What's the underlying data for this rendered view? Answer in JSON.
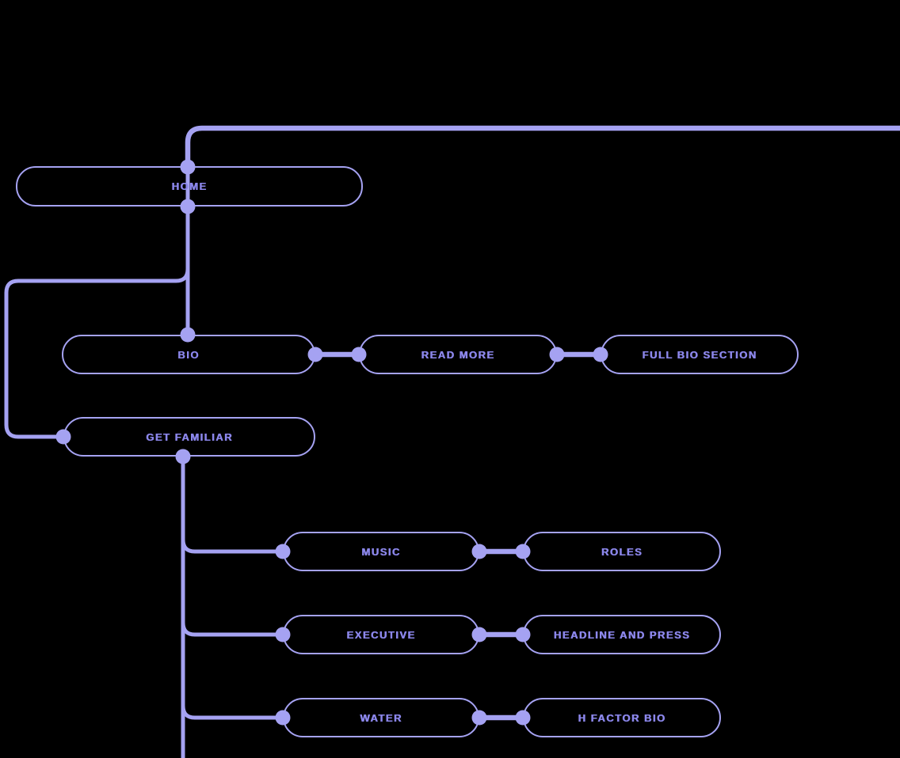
{
  "diagram": {
    "type": "sitemap-flowchart",
    "colors": {
      "background": "#000000",
      "line": "#a5a2f2",
      "text": "#8b86ea"
    },
    "nodes": [
      {
        "id": "home",
        "label": "HOME"
      },
      {
        "id": "bio",
        "label": "BIO"
      },
      {
        "id": "read-more",
        "label": "READ MORE"
      },
      {
        "id": "full-bio-section",
        "label": "FULL BIO SECTION"
      },
      {
        "id": "get-familiar",
        "label": "GET FAMILIAR"
      },
      {
        "id": "music",
        "label": "MUSIC"
      },
      {
        "id": "roles",
        "label": "ROLES"
      },
      {
        "id": "executive",
        "label": "EXECUTIVE"
      },
      {
        "id": "headline-and-press",
        "label": "HEADLINE AND PRESS"
      },
      {
        "id": "water",
        "label": "WATER"
      },
      {
        "id": "h-factor-bio",
        "label": "H FACTOR BIO"
      }
    ],
    "edges": [
      {
        "from": "home",
        "to": "offscreen-top-right"
      },
      {
        "from": "home",
        "to": "bio"
      },
      {
        "from": "home",
        "to": "get-familiar"
      },
      {
        "from": "bio",
        "to": "read-more"
      },
      {
        "from": "read-more",
        "to": "full-bio-section"
      },
      {
        "from": "get-familiar",
        "to": "music"
      },
      {
        "from": "get-familiar",
        "to": "executive"
      },
      {
        "from": "get-familiar",
        "to": "water"
      },
      {
        "from": "get-familiar",
        "to": "offscreen-bottom"
      },
      {
        "from": "music",
        "to": "roles"
      },
      {
        "from": "executive",
        "to": "headline-and-press"
      },
      {
        "from": "water",
        "to": "h-factor-bio"
      }
    ]
  }
}
